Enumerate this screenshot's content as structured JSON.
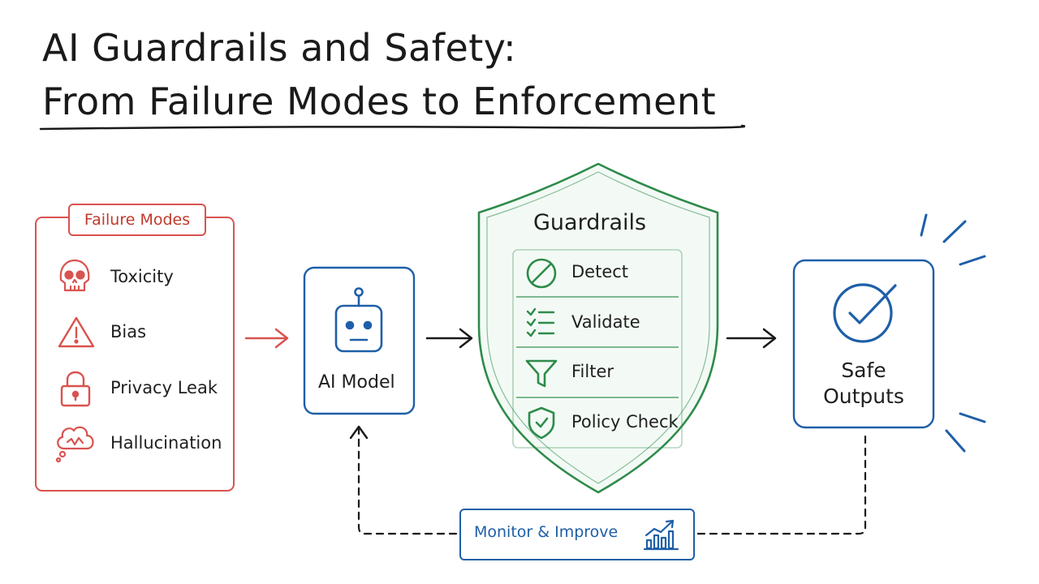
{
  "title": {
    "line1": "AI Guardrails and Safety:",
    "line2": "From Failure Modes to Enforcement"
  },
  "failure_modes": {
    "label": "Failure Modes",
    "items": [
      {
        "icon": "skull-icon",
        "label": "Toxicity"
      },
      {
        "icon": "warning-icon",
        "label": "Bias"
      },
      {
        "icon": "lock-icon",
        "label": "Privacy Leak"
      },
      {
        "icon": "thought-cloud-icon",
        "label": "Hallucination"
      }
    ]
  },
  "model": {
    "label": "AI Model",
    "icon": "robot-icon"
  },
  "guardrails": {
    "title": "Guardrails",
    "items": [
      {
        "icon": "prohibited-icon",
        "label": "Detect"
      },
      {
        "icon": "checklist-icon",
        "label": "Validate"
      },
      {
        "icon": "funnel-icon",
        "label": "Filter"
      },
      {
        "icon": "shield-check-icon",
        "label": "Policy Check"
      }
    ]
  },
  "safe_outputs": {
    "label_line1": "Safe",
    "label_line2": "Outputs",
    "icon": "check-circle-icon"
  },
  "monitor": {
    "label": "Monitor & Improve",
    "icon": "growth-chart-icon"
  },
  "colors": {
    "failure": "#d9534f",
    "model": "#1f5fa8",
    "guardrails": "#2e8b4a",
    "text": "#1f1f1f"
  }
}
